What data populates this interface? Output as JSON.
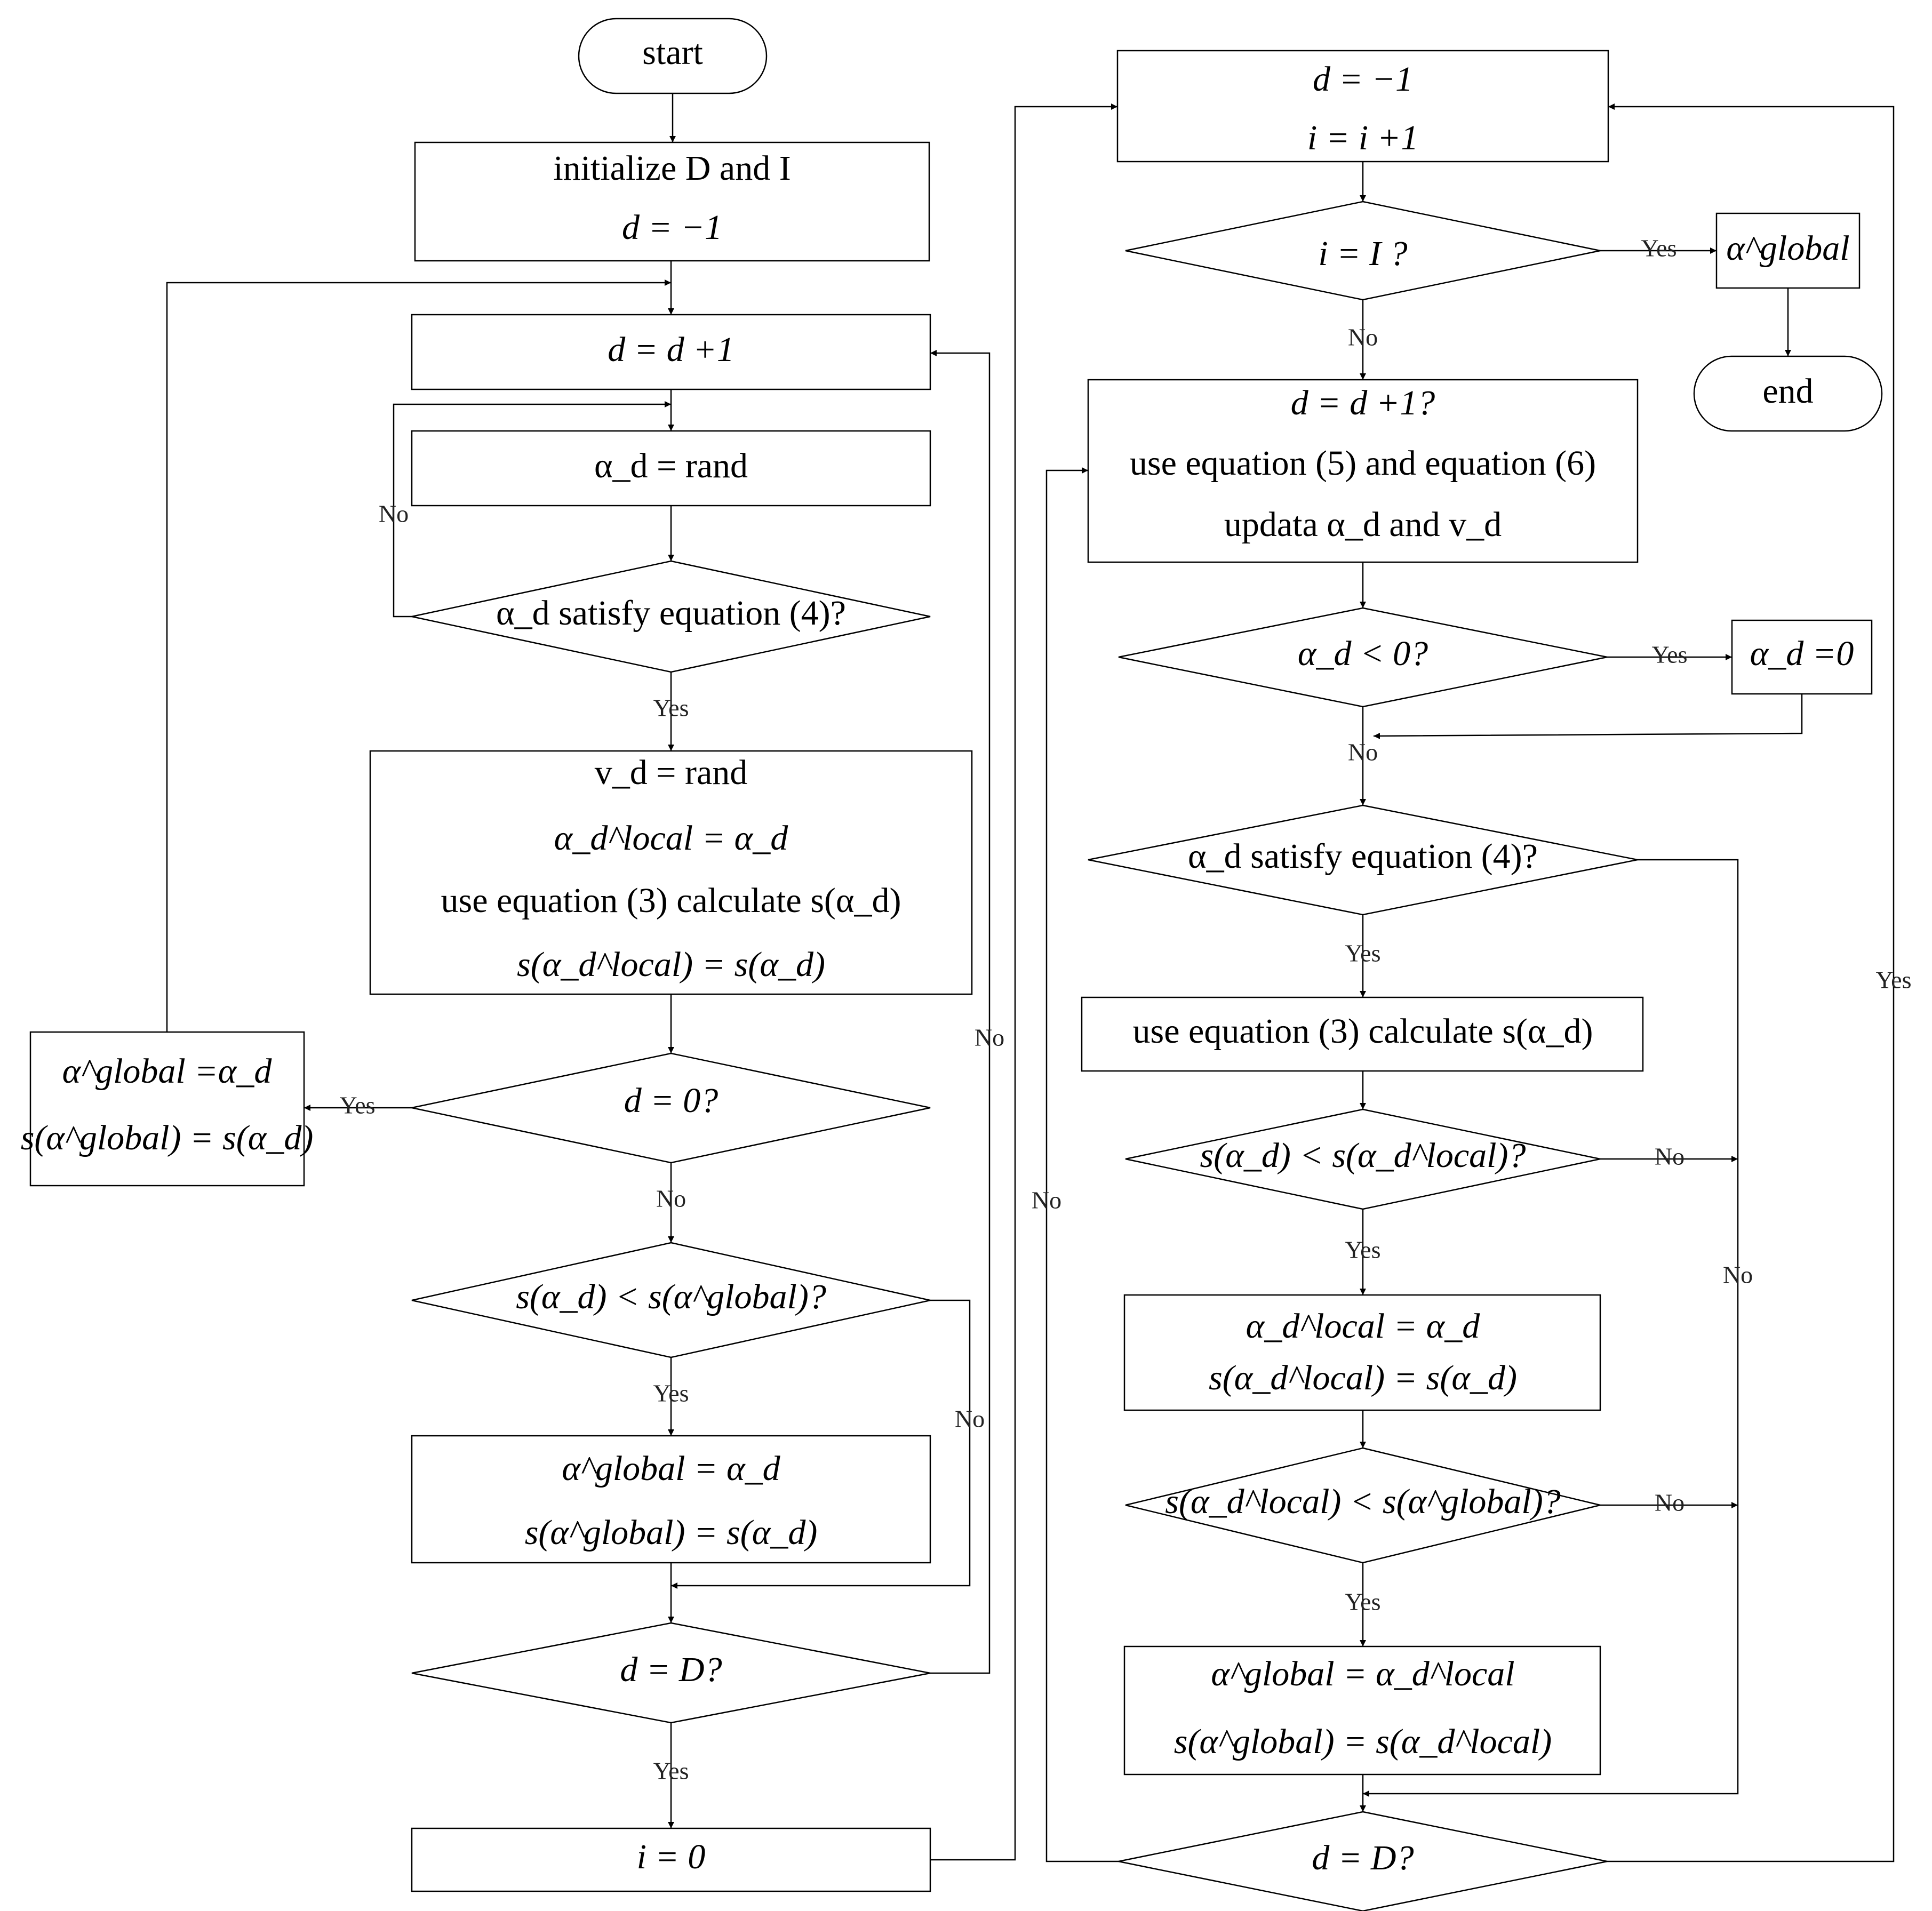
{
  "terminals": {
    "start": "start",
    "end": "end"
  },
  "left": {
    "init_line1": "initialize D and I",
    "init_line2": "d = −1",
    "d_inc": "d = d +1",
    "alpha_rand": "α_d = rand",
    "check_eq4": "α_d  satisfy equation (4)?",
    "v_rand": "v_d = rand",
    "alpha_local_assign": "α_d^local = α_d",
    "calc_eq3": "use equation (3) calculate s(α_d)",
    "s_local_assign": "s(α_d^local) = s(α_d)",
    "d_zero": "d = 0?",
    "side_global": "α^global =α_d",
    "side_s_global": "s(α^global) = s(α_d)",
    "s_compare_global": "s(α_d) < s(α^global)?",
    "global_assign": "α^global = α_d",
    "s_global_assign": "s(α^global) = s(α_d)",
    "d_equals_D": "d = D?",
    "i_zero": "i = 0"
  },
  "right": {
    "d_reset": "d = −1",
    "i_inc": "i = i +1",
    "i_equals_I": "i = I ?",
    "alpha_global_out": "α^global",
    "update_line1": "d = d +1?",
    "update_line2": "use equation (5) and equation (6)",
    "update_line3": "updata α_d and v_d",
    "alpha_negative": "α_d < 0?",
    "alpha_zero": "α_d =0",
    "check_eq4": "α_d  satisfy equation (4)?",
    "calc_eq3": "use equation (3) calculate s(α_d)",
    "s_compare_local": "s(α_d) < s(α_d^local)?",
    "local_assign": "α_d^local = α_d",
    "s_local_assign": "s(α_d^local) = s(α_d)",
    "s_local_compare_global": "s(α_d^local) < s(α^global)?",
    "global_local_assign": "α^global = α_d^local",
    "s_global_local_assign": "s(α^global) = s(α_d^local)",
    "d_equals_D": "d = D?"
  },
  "labels": {
    "yes": "Yes",
    "no": "No"
  }
}
